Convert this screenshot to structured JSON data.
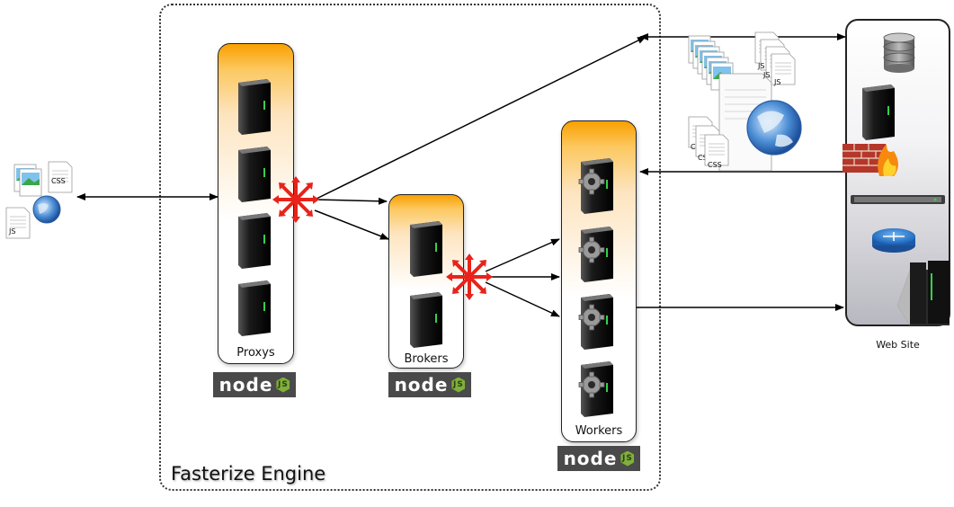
{
  "engine": {
    "label": "Fasterize Engine"
  },
  "clusters": {
    "proxys": {
      "label": "Proxys"
    },
    "brokers": {
      "label": "Brokers"
    },
    "workers": {
      "label": "Workers"
    }
  },
  "website": {
    "label": "Web Site"
  },
  "badges": {
    "node_text": "node",
    "js_text": "JS"
  },
  "doc_labels": {
    "css": "CSS",
    "js": "JS"
  },
  "colors": {
    "cluster_top": "#f9a000",
    "burst": "#e8231a",
    "arrow": "#000000"
  }
}
